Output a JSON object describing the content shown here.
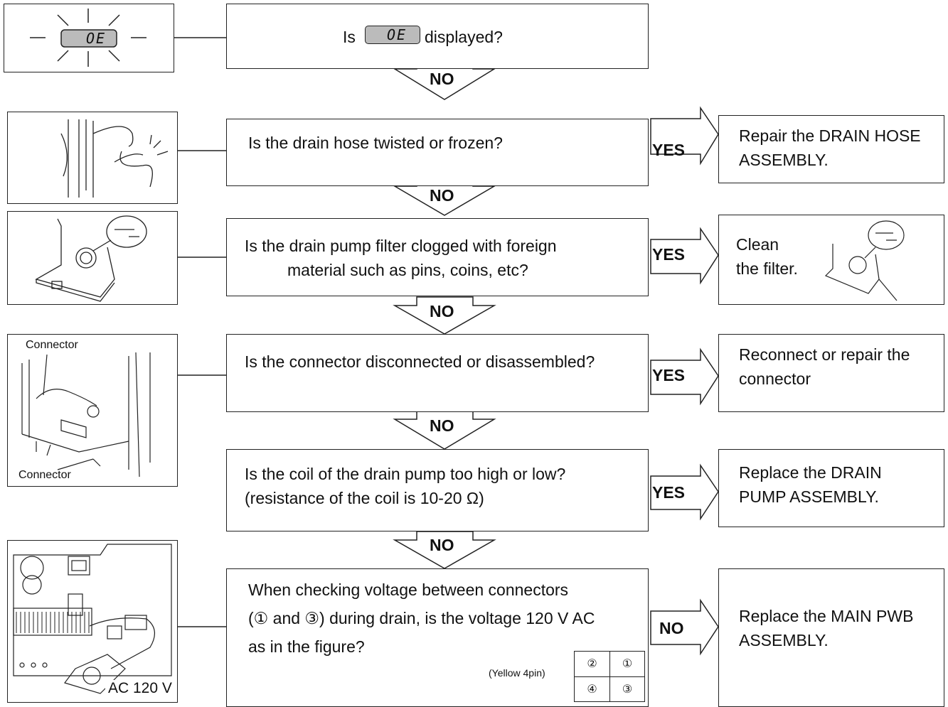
{
  "flow": {
    "q0": {
      "pre": "Is",
      "code": "OE",
      "post": "displayed?"
    },
    "icon_code": "OE",
    "no_label": "NO",
    "yes_label": "YES",
    "q1": "Is the drain hose twisted or frozen?",
    "a1": [
      "Repair the DRAIN HOSE",
      "ASSEMBLY."
    ],
    "q2": [
      "Is the drain pump filter clogged with foreign",
      "material such as pins, coins, etc?"
    ],
    "a2": [
      "Clean",
      "the filter."
    ],
    "q3": "Is the connector disconnected or disassembled?",
    "a3": [
      "Reconnect or repair the",
      "connector"
    ],
    "q4": [
      "Is the coil of the drain pump too high or low?",
      "(resistance of the coil is 10-20 Ω)"
    ],
    "a4": [
      "Replace the DRAIN",
      "PUMP ASSEMBLY."
    ],
    "q5": [
      "When checking voltage between connectors",
      "(① and ③) during drain, is the voltage 120 V AC",
      "as in the figure?"
    ],
    "a5": [
      "Replace the MAIN PWB",
      "ASSEMBLY."
    ],
    "connector_top": "Connector",
    "connector_bottom": "Connector",
    "pin_caption": "(Yellow 4pin)",
    "pins": [
      "②",
      "①",
      "④",
      "③"
    ],
    "ac_label": "AC 120 V"
  }
}
